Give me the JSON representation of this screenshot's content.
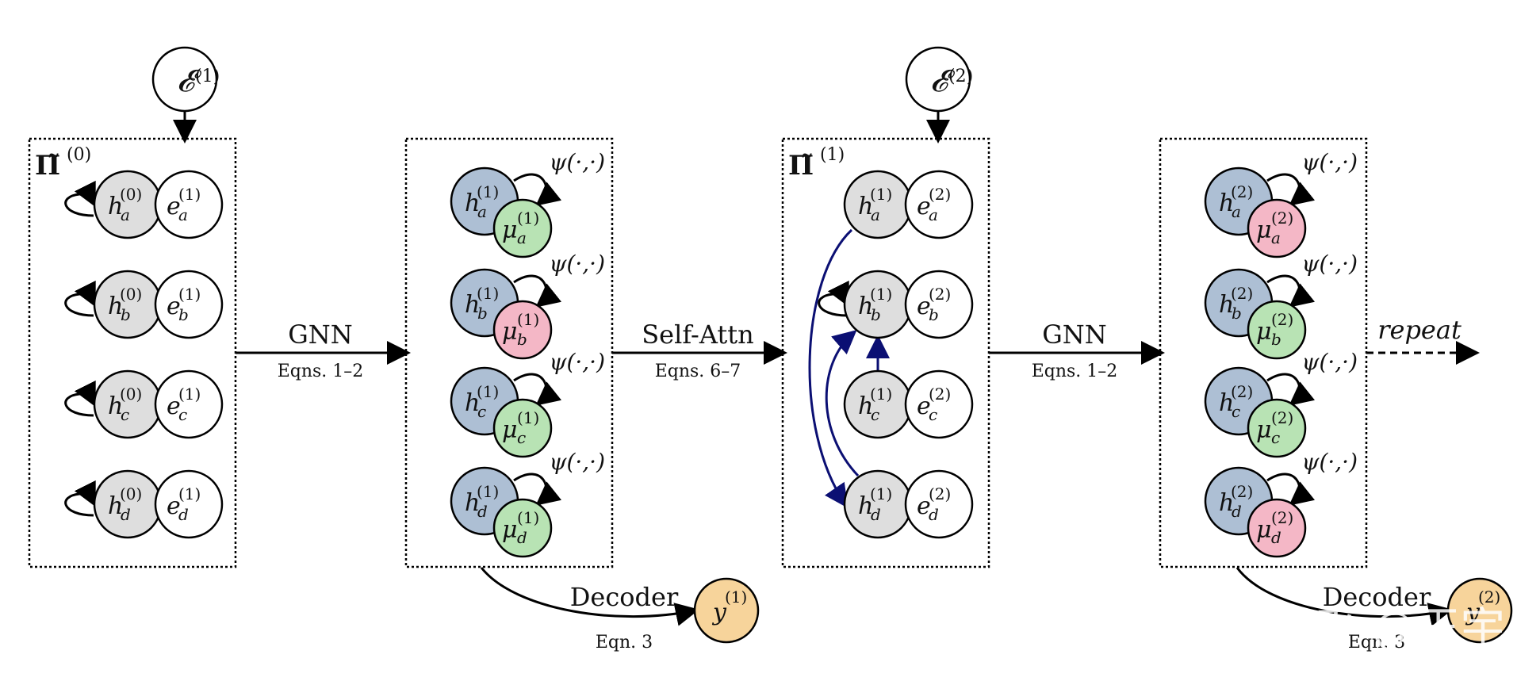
{
  "colors": {
    "hidden_gray": "#dedede",
    "hidden_blue": "#adbfd4",
    "mu_green": "#b8e3b4",
    "mu_pink": "#f4b7c6",
    "y_orange": "#f7d49b",
    "navy": "#0b0f73"
  },
  "external": [
    {
      "label": "𝓔",
      "sup": "(1)"
    },
    {
      "label": "𝓔",
      "sup": "(2)"
    }
  ],
  "panels": [
    {
      "title": "Π̃",
      "title_sup": "(0)",
      "nodes": [
        {
          "h": "h",
          "sub": "a",
          "sup": "(0)",
          "e_sub": "a",
          "e_sup": "(1)"
        },
        {
          "h": "h",
          "sub": "b",
          "sup": "(0)",
          "e_sub": "b",
          "e_sup": "(1)"
        },
        {
          "h": "h",
          "sub": "c",
          "sup": "(0)",
          "e_sub": "c",
          "e_sup": "(1)"
        },
        {
          "h": "h",
          "sub": "d",
          "sup": "(0)",
          "e_sub": "d",
          "e_sup": "(1)"
        }
      ]
    },
    {
      "psi": "ψ(·,·)",
      "nodes": [
        {
          "h": "h",
          "sub": "a",
          "sup": "(1)",
          "mu": "μ",
          "mu_sub": "a",
          "mu_sup": "(1)",
          "mu_color": "green"
        },
        {
          "h": "h",
          "sub": "b",
          "sup": "(1)",
          "mu": "μ",
          "mu_sub": "b",
          "mu_sup": "(1)",
          "mu_color": "pink"
        },
        {
          "h": "h",
          "sub": "c",
          "sup": "(1)",
          "mu": "μ",
          "mu_sub": "c",
          "mu_sup": "(1)",
          "mu_color": "green"
        },
        {
          "h": "h",
          "sub": "d",
          "sup": "(1)",
          "mu": "μ",
          "mu_sub": "d",
          "mu_sup": "(1)",
          "mu_color": "green"
        }
      ]
    },
    {
      "title": "Π̃",
      "title_sup": "(1)",
      "nodes": [
        {
          "h": "h",
          "sub": "a",
          "sup": "(1)",
          "e_sub": "a",
          "e_sup": "(2)"
        },
        {
          "h": "h",
          "sub": "b",
          "sup": "(1)",
          "e_sub": "b",
          "e_sup": "(2)"
        },
        {
          "h": "h",
          "sub": "c",
          "sup": "(1)",
          "e_sub": "c",
          "e_sup": "(2)"
        },
        {
          "h": "h",
          "sub": "d",
          "sup": "(1)",
          "e_sub": "d",
          "e_sup": "(2)"
        }
      ]
    },
    {
      "psi": "ψ(·,·)",
      "nodes": [
        {
          "h": "h",
          "sub": "a",
          "sup": "(2)",
          "mu": "μ",
          "mu_sub": "a",
          "mu_sup": "(2)",
          "mu_color": "pink"
        },
        {
          "h": "h",
          "sub": "b",
          "sup": "(2)",
          "mu": "μ",
          "mu_sub": "b",
          "mu_sup": "(2)",
          "mu_color": "green"
        },
        {
          "h": "h",
          "sub": "c",
          "sup": "(2)",
          "mu": "μ",
          "mu_sub": "c",
          "mu_sup": "(2)",
          "mu_color": "green"
        },
        {
          "h": "h",
          "sub": "d",
          "sup": "(2)",
          "mu": "μ",
          "mu_sub": "d",
          "mu_sup": "(2)",
          "mu_color": "pink"
        }
      ]
    }
  ],
  "edges": [
    {
      "label": "GNN",
      "sublabel": "Eqns. 1–2"
    },
    {
      "label": "Self-Attn",
      "sublabel": "Eqns. 6–7"
    },
    {
      "label": "GNN",
      "sublabel": "Eqns. 1–2"
    }
  ],
  "repeat_label": "repeat",
  "decoders": [
    {
      "label": "Decoder",
      "sublabel": "Eqn. 3",
      "y": "y",
      "y_sup": "(1)"
    },
    {
      "label": "Decoder",
      "sublabel": "Eqn. 3",
      "y": "y",
      "y_sup": "(2)"
    }
  ],
  "watermark": "知乎 @王宇"
}
